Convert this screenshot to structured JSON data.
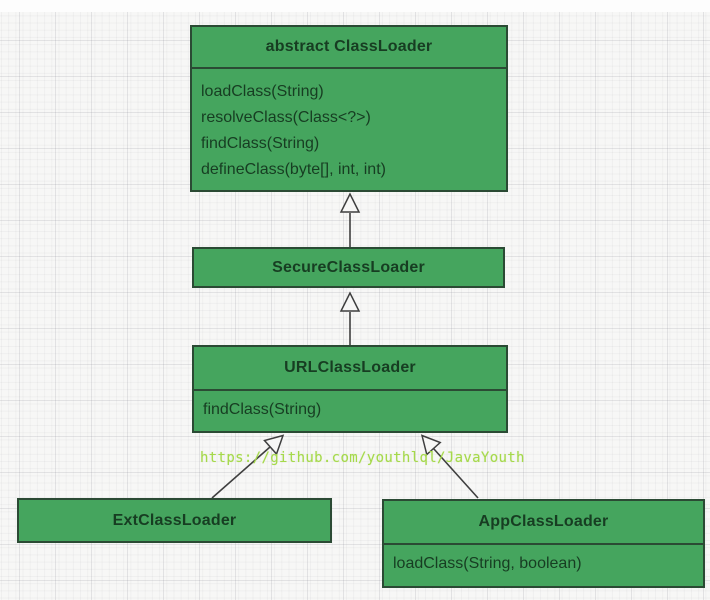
{
  "diagram": {
    "nodes": [
      {
        "id": "abstract-classloader",
        "title": "abstract ClassLoader",
        "methods": [
          "loadClass(String)",
          "resolveClass(Class<?>)",
          "findClass(String)",
          "defineClass(byte[], int, int)"
        ]
      },
      {
        "id": "secure-classloader",
        "title": "SecureClassLoader",
        "methods": []
      },
      {
        "id": "url-classloader",
        "title": "URLClassLoader",
        "methods": [
          "findClass(String)"
        ]
      },
      {
        "id": "ext-classloader",
        "title": "ExtClassLoader",
        "methods": []
      },
      {
        "id": "app-classloader",
        "title": "AppClassLoader",
        "methods": [
          "loadClass(String, boolean)"
        ]
      }
    ],
    "relations": [
      {
        "child": "SecureClassLoader",
        "parent": "abstract ClassLoader",
        "type": "inheritance"
      },
      {
        "child": "URLClassLoader",
        "parent": "SecureClassLoader",
        "type": "inheritance"
      },
      {
        "child": "ExtClassLoader",
        "parent": "URLClassLoader",
        "type": "inheritance"
      },
      {
        "child": "AppClassLoader",
        "parent": "URLClassLoader",
        "type": "inheritance"
      }
    ]
  },
  "watermark": {
    "text": "https://github.com/youthlql/JavaYouth",
    "color": "#a5d94a"
  },
  "colors": {
    "node_fill": "#45a55e",
    "node_border": "#2b4a34",
    "node_text": "#173d22",
    "edge_line": "#3f3f3f",
    "background": "#f7f7f6"
  }
}
